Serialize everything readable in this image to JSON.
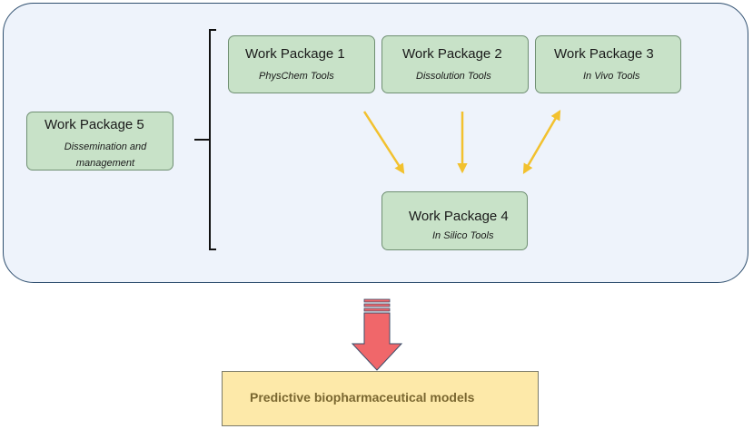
{
  "work_packages": {
    "wp1": {
      "title": "Work Package 1",
      "subtitle": "PhysChem Tools"
    },
    "wp2": {
      "title": "Work Package 2",
      "subtitle": "Dissolution Tools"
    },
    "wp3": {
      "title": "Work Package 3",
      "subtitle": "In Vivo Tools"
    },
    "wp4": {
      "title": "Work Package 4",
      "subtitle": "In Silico Tools"
    },
    "wp5": {
      "title": "Work Package 5",
      "subtitle": "Dissemination and management"
    }
  },
  "result": {
    "label": "Predictive biopharmaceutical models"
  },
  "colors": {
    "container_fill": "#eef3fb",
    "container_border": "#2f4f6f",
    "box_fill": "#c8e2c8",
    "arrow": "#f2c12e",
    "big_arrow": "#f0676a",
    "result_fill": "#fde9a9",
    "result_text": "#7a6730"
  },
  "icons": [
    "bracket-icon",
    "arrow-icon",
    "double-arrow-icon",
    "down-arrow-icon"
  ]
}
